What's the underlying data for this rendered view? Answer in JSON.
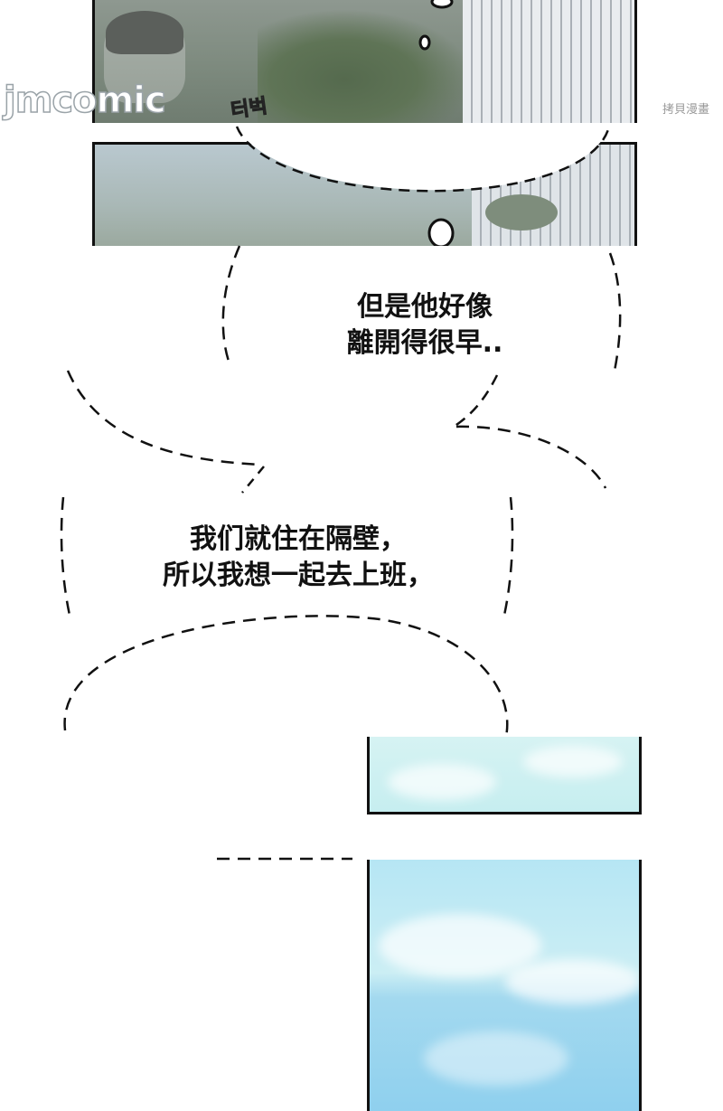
{
  "watermark": {
    "logo": "jmcomic",
    "credit": "拷貝漫畫"
  },
  "panels": {
    "top_sfx": "터벅"
  },
  "bubbles": [
    {
      "lines": [
        "但是他好像",
        "離開得很早.."
      ]
    },
    {
      "lines": [
        "我们就住在隔壁，",
        "所以我想一起去上班，"
      ]
    }
  ]
}
